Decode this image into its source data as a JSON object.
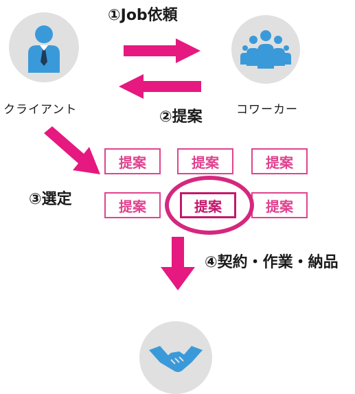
{
  "actors": {
    "client": "クライアント",
    "coworker": "コワーカー",
    "handshake_icon": "handshake-icon",
    "client_icon": "person-icon",
    "coworker_icon": "group-icon"
  },
  "steps": {
    "step1": "①Job依頼",
    "step2": "②提案",
    "step3": "③選定",
    "step4": "④契約・作業・納品"
  },
  "proposals": [
    "提案",
    "提案",
    "提案",
    "提案",
    "提案",
    "提案"
  ],
  "selected_proposal_index": 4,
  "colors": {
    "accent": "#e0428f",
    "arrow": "#e5197f",
    "icon": "#3a9ad9",
    "circle": "#e0e0e0"
  }
}
